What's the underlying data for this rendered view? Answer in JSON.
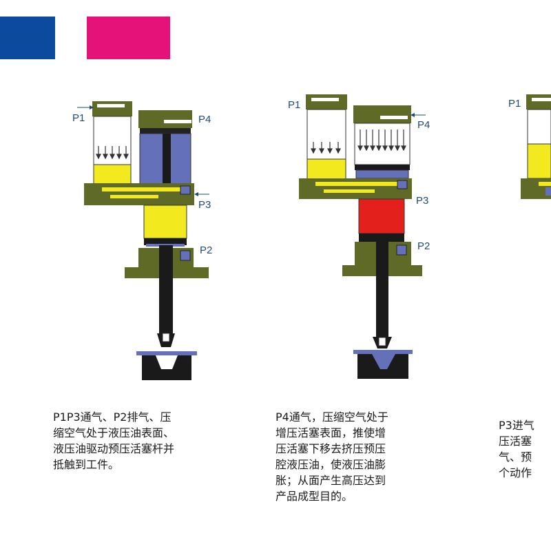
{
  "colors": {
    "swatch_blue": "#0b4a9c",
    "swatch_pink": "#e5127a",
    "body_olive": "#5e6a26",
    "oil_yellow": "#f2ea1e",
    "piston_blue": "#6470b8",
    "high_pressure_red": "#e3201b",
    "rod_black": "#1a1a1a"
  },
  "diagrams": [
    {
      "labels": {
        "p1": "P1",
        "p2": "P2",
        "p3": "P3",
        "p4": "P4"
      },
      "caption": [
        "P1P3通气、P2排气、压",
        "缩空气处于液压油表面、",
        "液压油驱动预压活塞杆并",
        "抵触到工件。"
      ]
    },
    {
      "labels": {
        "p1": "P1",
        "p2": "P2",
        "p3": "P3",
        "p4": "P4"
      },
      "caption": [
        "P4通气，压缩空气处于",
        "增压活塞表面，推使增",
        "压活塞下移去挤压预压",
        "腔液压油，使液压油膨",
        "胀；从面产生高压达到",
        "产品成型目的。"
      ]
    },
    {
      "labels": {
        "p1": "P1"
      },
      "caption": [
        "P3进气",
        "压活塞",
        "气、预",
        "个动作"
      ]
    }
  ]
}
